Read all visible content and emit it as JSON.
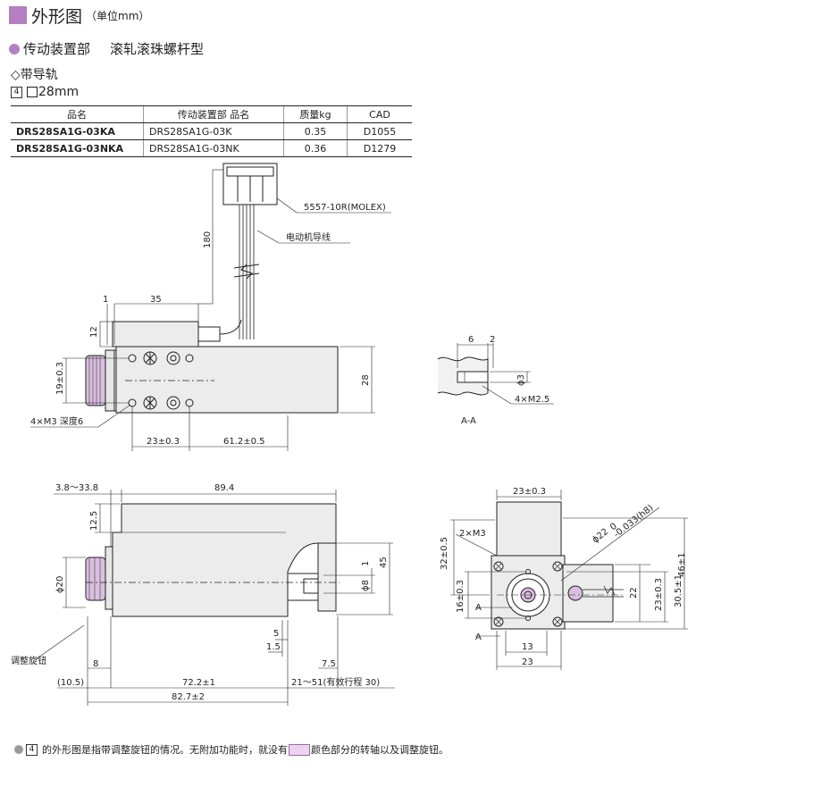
{
  "header": {
    "title": "外形图",
    "unit": "（单位mm）"
  },
  "section": {
    "label": "传动装置部",
    "type": "滚轧滚珠螺杆型"
  },
  "variant": {
    "rail": "◇带导轨",
    "index": "4",
    "size": "28mm"
  },
  "table": {
    "headers": [
      "品名",
      "传动装置部 品名",
      "质量kg",
      "CAD"
    ],
    "rows": [
      [
        "DRS28SA1G-03KA",
        "DRS28SA1G-03K",
        "0.35",
        "D1055"
      ],
      [
        "DRS28SA1G-03NKA",
        "DRS28SA1G-03NK",
        "0.36",
        "D1279"
      ]
    ]
  },
  "top_view": {
    "connector": "5557-10R(MOLEX)",
    "lead_wire": "电动机导线",
    "dim_180": "180",
    "dim_1": "1",
    "dim_35": "35",
    "dim_12": "12",
    "dim_19": "19±0.3",
    "dim_28": "28",
    "holes": "4×M3 深度6",
    "dim_23": "23±0.3",
    "dim_61": "61.2±0.5"
  },
  "section_view": {
    "dim_6": "6",
    "dim_2": "2",
    "dim_phi3": "ϕ3",
    "thread": "4×M2.5",
    "label": "A-A"
  },
  "side_view": {
    "dim_stroke_range": "3.8～33.8",
    "dim_89": "89.4",
    "dim_12_5": "12.5",
    "dim_phi20": "ϕ20",
    "dim_phi8": "ϕ8",
    "dim_1": "1",
    "dim_45": "45",
    "dim_5": "5",
    "dim_1_5": "1.5",
    "knob": "调整旋钮",
    "dim_8": "8",
    "dim_7_5": "7.5",
    "dim_10_5": "(10.5)",
    "dim_72": "72.2±1",
    "dim_21": "21～51(有效行程 30)",
    "dim_82": "82.7±2"
  },
  "end_view": {
    "dim_23_top": "23±0.3",
    "holes": "2×M3",
    "dim_phi22": "ϕ22",
    "tol_top": "0",
    "tol_bottom": "-0.033(h8)",
    "dim_32": "32±0.5",
    "dim_16": "16±0.3",
    "mark_a": "A",
    "dim_22": "22",
    "dim_23_v": "23±0.3",
    "dim_30": "30.5±1",
    "dim_46": "46±1",
    "dim_13": "13",
    "dim_23_b": "23"
  },
  "footnote": {
    "index": "4",
    "text_a": "的外形图是指带调整旋钮的情况。无附加功能时，就没有",
    "text_b": "颜色部分的转轴以及调整旋钮。"
  },
  "colors": {
    "accent": "#b47fc1",
    "knob": "#d9bfe0",
    "body": "#ececec",
    "line": "#222222"
  }
}
